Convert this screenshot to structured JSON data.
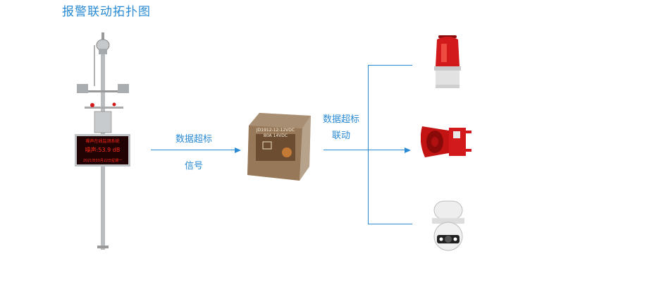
{
  "title": "报警联动拓扑图",
  "monitor": {
    "display_line1": "噪声在线监测系统",
    "display_line2": "噪声:53.9 dB",
    "display_line3": "2021年03月22日星期一"
  },
  "link1": {
    "top_label": "数据超标",
    "bottom_label": "信号"
  },
  "relay": {
    "label_line1": "JD1912-12-12VDC",
    "label_line2": "80A 14VDC"
  },
  "link2": {
    "top_label": "数据超标",
    "bottom_label": "联动"
  },
  "devices": [
    "strobe-beacon",
    "alarm-siren",
    "dome-camera"
  ],
  "colors": {
    "accent": "#2a8ad4",
    "alarm_red": "#d2191b"
  }
}
